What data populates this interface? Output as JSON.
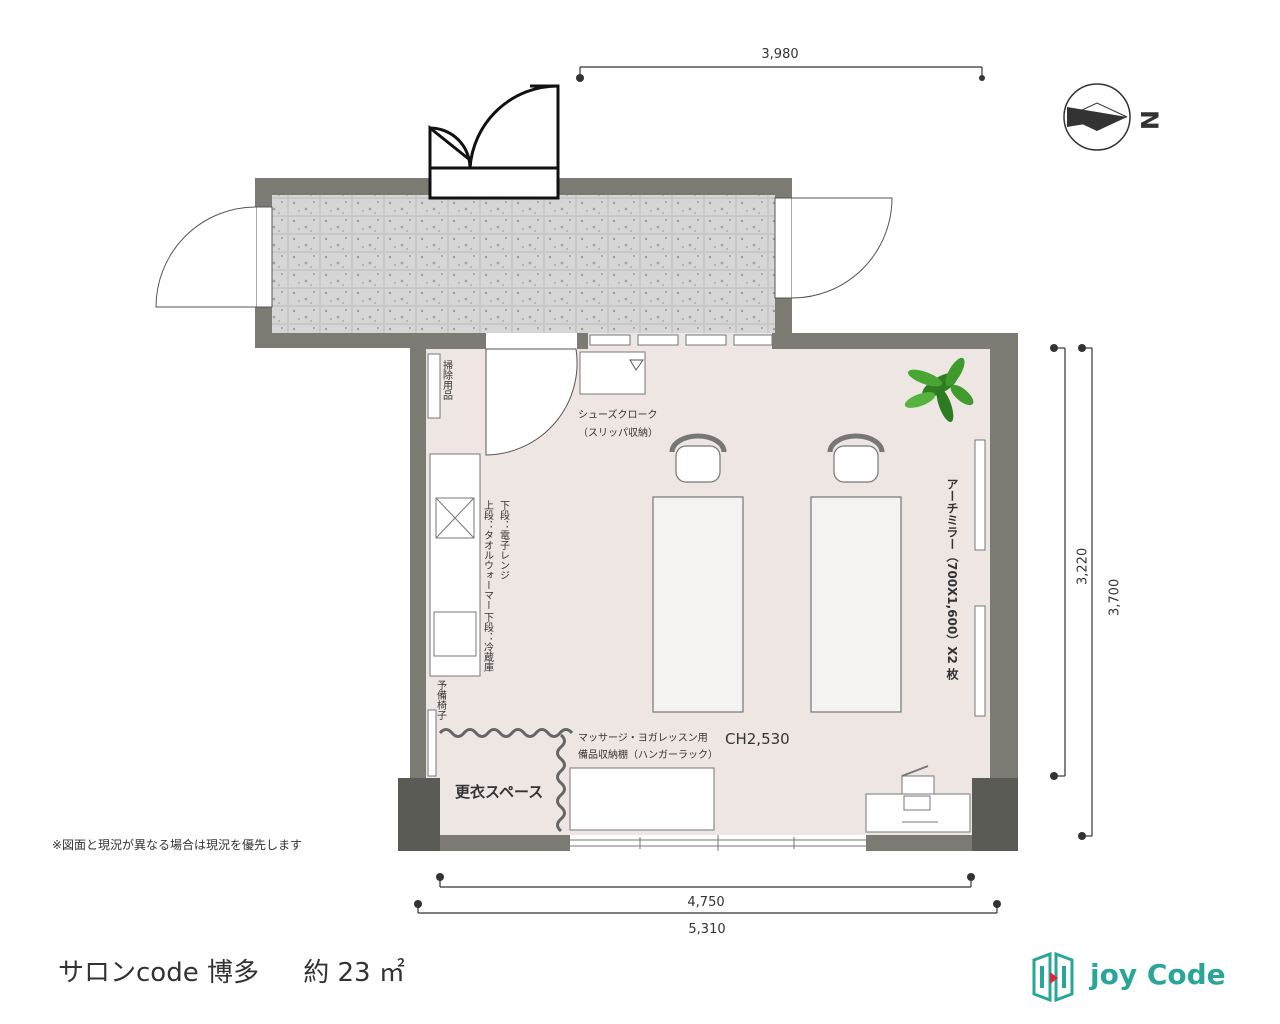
{
  "dimensions": {
    "top_width": "3,980",
    "inner_width": "4,750",
    "outer_width": "5,310",
    "inner_height": "3,220",
    "outer_height": "3,700"
  },
  "compass": {
    "north_label": "N"
  },
  "labels": {
    "cleaning_supplies": "掃除用品",
    "shoe_cloak_line1": "シューズクローク",
    "shoe_cloak_line2": "（スリッパ収納）",
    "towel_warmer_line1": "上段：タオルウォーマー",
    "towel_warmer_line2": "下段：電子レンジ",
    "fridge": "下段：冷蔵庫",
    "spare_chair": "予備椅子",
    "arch_mirror": "アーチミラー（700X1,600）X2 枚",
    "storage_shelf_line1": "マッサージ・ヨガレッスン用",
    "storage_shelf_line2": "備品収納棚（ハンガーラック）",
    "ceiling_height": "CH2,530",
    "changing_space": "更衣スペース"
  },
  "note": "※図面と現況が異なる場合は現況を優先します",
  "footer": {
    "title": "サロンcode 博多",
    "area": "約 23 ㎡"
  },
  "logo": {
    "text": "joy Code"
  },
  "colors": {
    "wall": "#7b7b73",
    "floor": "#eee6e3",
    "entrance_tile": "#c9c9c9",
    "brand": "#2aa59a",
    "plant": "#3f9b2c"
  }
}
